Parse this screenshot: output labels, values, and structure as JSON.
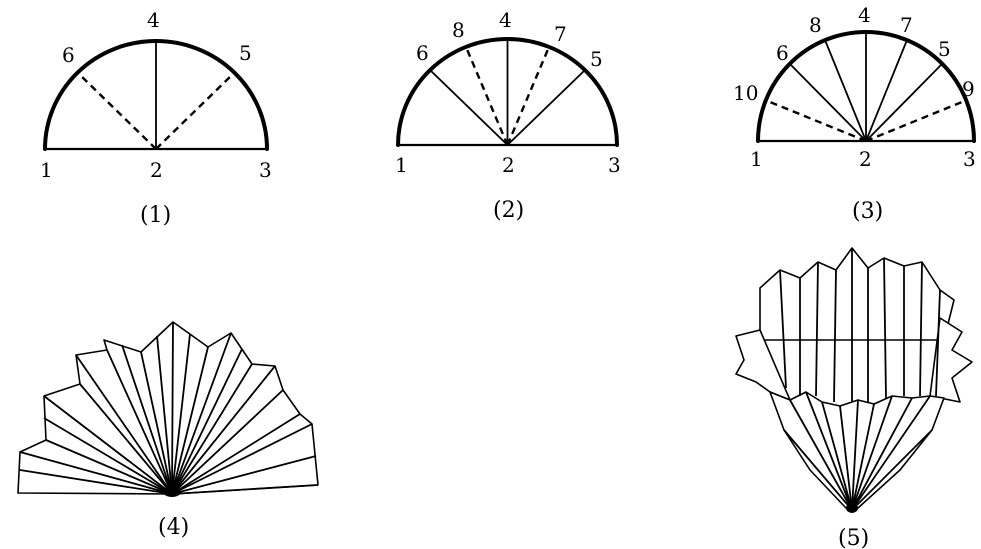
{
  "figures": [
    {
      "caption": "(1)",
      "point_labels": {
        "p1": "1",
        "p2": "2",
        "p3": "3",
        "p4": "4",
        "p5": "5",
        "p6": "6"
      }
    },
    {
      "caption": "(2)",
      "point_labels": {
        "p1": "1",
        "p2": "2",
        "p3": "3",
        "p4": "4",
        "p5": "5",
        "p6": "6",
        "p7": "7",
        "p8": "8"
      }
    },
    {
      "caption": "(3)",
      "point_labels": {
        "p1": "1",
        "p2": "2",
        "p3": "3",
        "p4": "4",
        "p5": "5",
        "p6": "6",
        "p7": "7",
        "p8": "8",
        "p9": "9",
        "p10": "10"
      }
    },
    {
      "caption": "(4)"
    },
    {
      "caption": "(5)"
    }
  ]
}
